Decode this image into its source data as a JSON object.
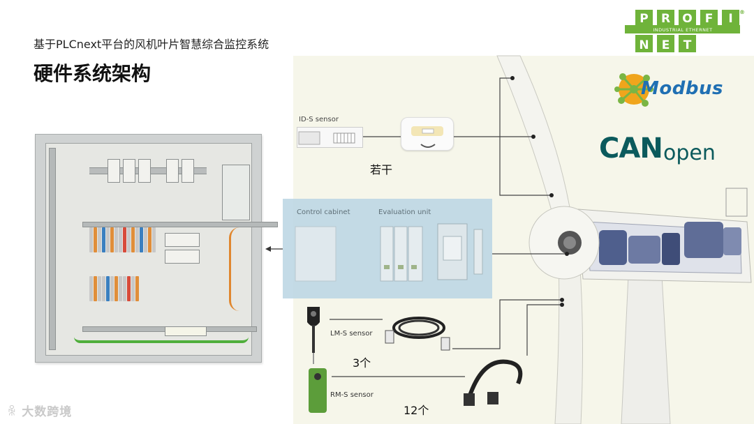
{
  "slide": {
    "subtitle": "基于PLCnext平台的风机叶片智慧综合监控系统",
    "heading": "硬件系统架构"
  },
  "sensors": {
    "ids_label": "ID-S sensor",
    "ids_count": "若干",
    "control_cabinet": "Control cabinet",
    "evaluation_unit": "Evaluation unit",
    "lm_label": "LM-S sensor",
    "lm_count": "3个",
    "rm_label": "RM-S sensor",
    "rm_count": "12个"
  },
  "logos": {
    "profinet_top": "PROFI",
    "profinet_sub": "INDUSTRIAL ETHERNET",
    "profinet_bottom": "NET",
    "modbus": "Modbus",
    "canopen_can": "CAN",
    "canopen_open": "open"
  },
  "watermark": "大数跨境",
  "colors": {
    "profinet_green": "#6fb33a",
    "modbus_blue": "#1f6fb3",
    "canopen_teal": "#0b5a5c",
    "panel_blue": "#bed7e4",
    "background_cream": "#f6f6ea"
  }
}
